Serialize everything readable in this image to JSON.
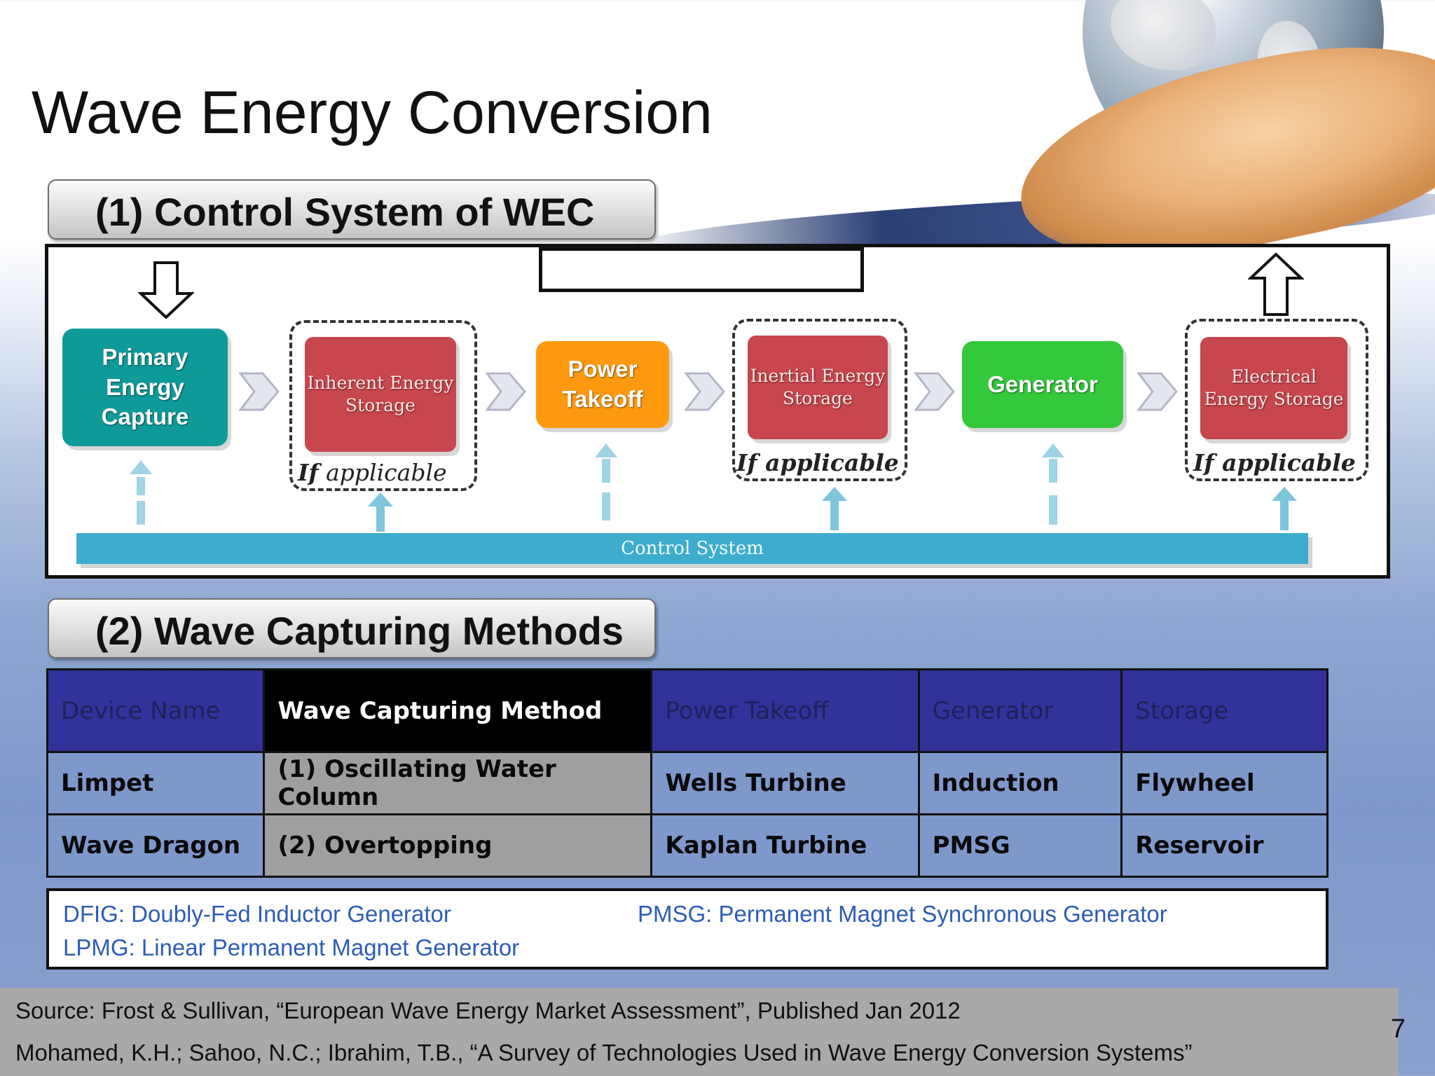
{
  "slide": {
    "title": "Wave Energy Conversion",
    "page_number": "7"
  },
  "section1": {
    "heading": "(1) Control System of WEC",
    "blocks": {
      "primary": "Primary Energy Capture",
      "inherent": "Inherent Energy Storage",
      "power_takeoff": "Power Takeoff",
      "inertial": "Inertial Energy Storage",
      "generator": "Generator",
      "electrical": "Electrical Energy Storage"
    },
    "if_applicable_bold": "If",
    "if_applicable_rest": " applicable",
    "if_applicable": "If applicable",
    "control_system": "Control System"
  },
  "section2": {
    "heading": "(2) Wave Capturing Methods",
    "columns": [
      "Device Name",
      "Wave Capturing Method",
      "Power Takeoff",
      "Generator",
      "Storage"
    ],
    "rows": [
      [
        "Limpet",
        "(1) Oscillating Water Column",
        "Wells Turbine",
        "Induction",
        "Flywheel"
      ],
      [
        "Wave Dragon",
        "(2) Overtopping",
        "Kaplan Turbine",
        "PMSG",
        "Reservoir"
      ]
    ]
  },
  "abbreviations": {
    "dfig": "DFIG: Doubly-Fed Inductor Generator",
    "pmsg": "PMSG: Permanent Magnet Synchronous Generator",
    "lpmg": "LPMG: Linear Permanent Magnet Generator"
  },
  "sources": {
    "line1": "Source: Frost & Sullivan, “European Wave Energy Market Assessment”, Published Jan 2012",
    "line2": "Mohamed, K.H.; Sahoo, N.C.; Ibrahim, T.B., “A Survey of Technologies Used in Wave Energy Conversion Systems”"
  },
  "colors": {
    "teal_block": "#0f9a9a",
    "red_block": "#c8464d",
    "orange_block": "#ff9a10",
    "green_block": "#33c93a",
    "control_bar": "#3eaccd",
    "table_header": "#33329a",
    "table_body": "#7f98cc",
    "abbrev_text": "#2c5db5"
  }
}
